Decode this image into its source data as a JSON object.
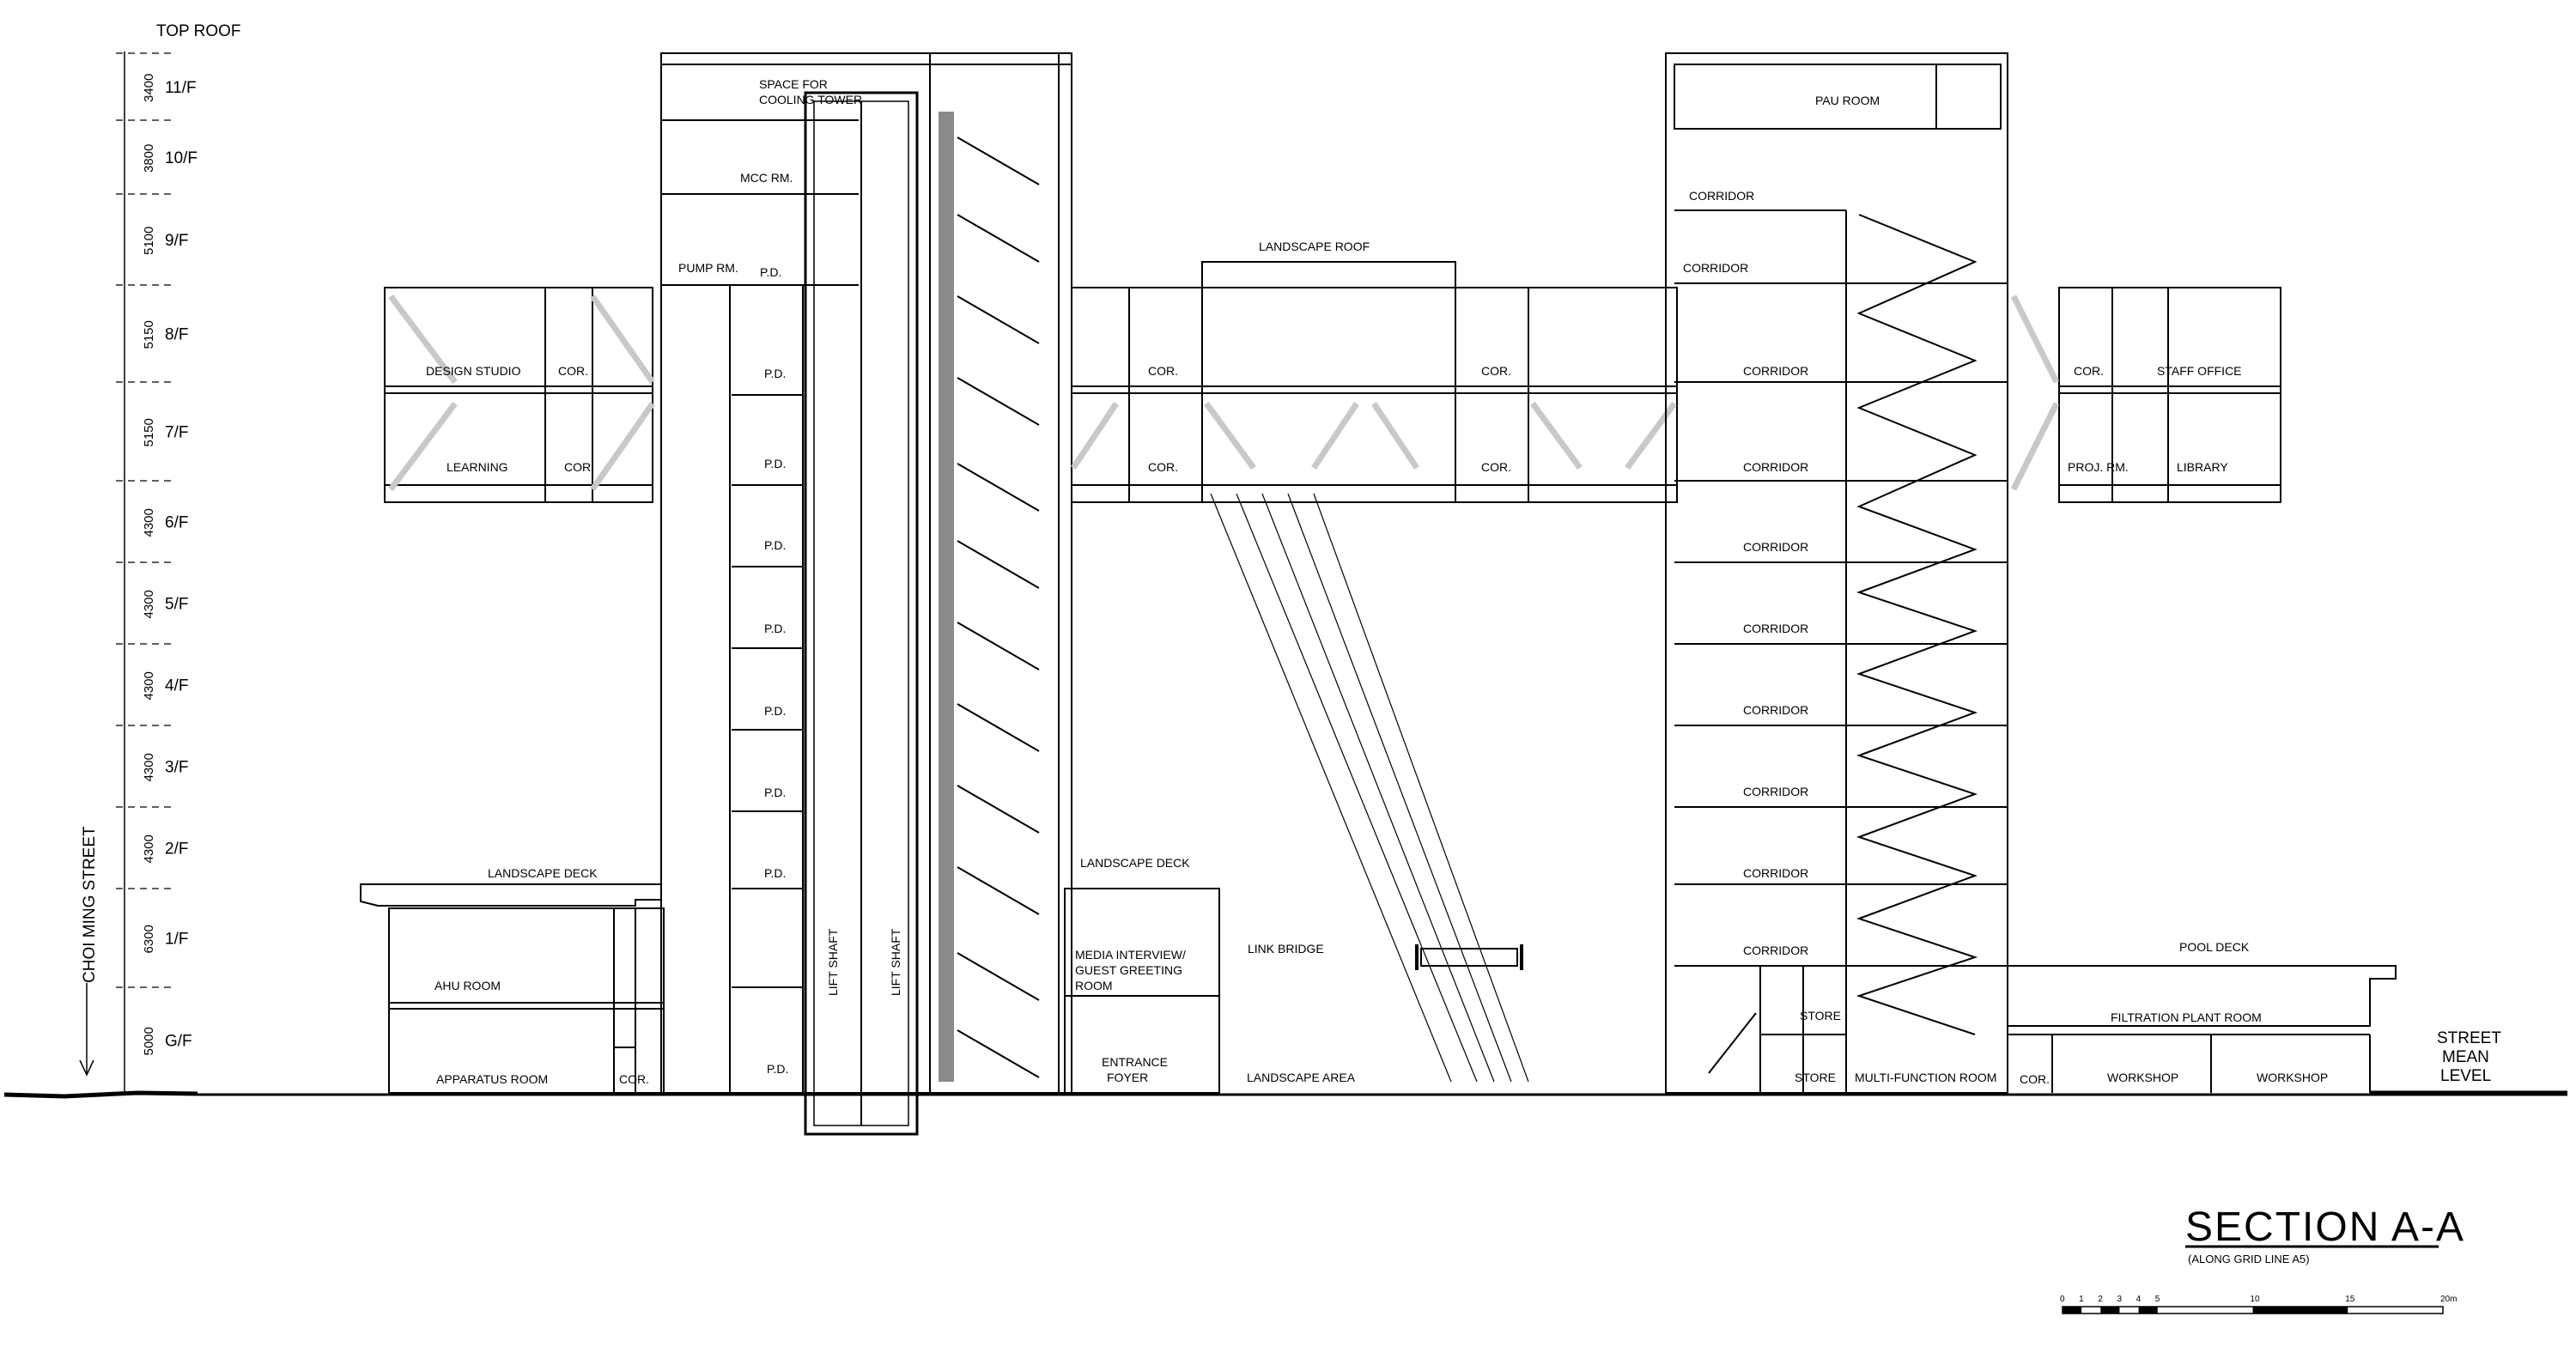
{
  "levels": {
    "top_roof": "TOP ROOF",
    "floors": [
      {
        "label": "11/F",
        "height": "3400"
      },
      {
        "label": "10/F",
        "height": "3800"
      },
      {
        "label": "9/F",
        "height": "5100"
      },
      {
        "label": "8/F",
        "height": "5150"
      },
      {
        "label": "7/F",
        "height": "5150"
      },
      {
        "label": "6/F",
        "height": "4300"
      },
      {
        "label": "5/F",
        "height": "4300"
      },
      {
        "label": "4/F",
        "height": "4300"
      },
      {
        "label": "3/F",
        "height": "4300"
      },
      {
        "label": "2/F",
        "height": "4300"
      },
      {
        "label": "1/F",
        "height": "6300"
      },
      {
        "label": "G/F",
        "height": "5000"
      }
    ]
  },
  "street_left": "CHOI MING STREET",
  "street_right": [
    "STREET",
    "MEAN",
    "LEVEL"
  ],
  "rooms": {
    "cooling_tower": [
      "SPACE FOR",
      "COOLING TOWER"
    ],
    "mcc": "MCC RM.",
    "pump": "PUMP RM.",
    "pd": "P.D.",
    "design_studio": "DESIGN STUDIO",
    "learning": "LEARNING",
    "cor": "COR.",
    "landscape_deck": "LANDSCAPE DECK",
    "ahu": "AHU ROOM",
    "apparatus": "APPARATUS ROOM",
    "lift_shaft": "LIFT SHAFT",
    "landscape_roof": "LANDSCAPE ROOF",
    "media": [
      "MEDIA INTERVIEW/",
      "GUEST GREETING",
      "ROOM"
    ],
    "entrance": [
      "ENTRANCE",
      "FOYER"
    ],
    "link_bridge": "LINK BRIDGE",
    "landscape_area": "LANDSCAPE AREA",
    "pau": "PAU ROOM",
    "corridor": "CORRIDOR",
    "store": "STORE",
    "multi_function": "MULTI-FUNCTION ROOM",
    "staff_office": "STAFF OFFICE",
    "proj": "PROJ. RM.",
    "library": "LIBRARY",
    "pool_deck": "POOL DECK",
    "filtration": "FILTRATION PLANT ROOM",
    "workshop": "WORKSHOP"
  },
  "title": {
    "main": "SECTION A-A",
    "sub": "(ALONG GRID LINE A5)"
  },
  "scale_bar": {
    "ticks": [
      "0",
      "1",
      "2",
      "3",
      "4",
      "5",
      "10",
      "15",
      "20m"
    ]
  },
  "colors": {
    "ink": "#000000",
    "brace": "#c8c8c8",
    "shade": "#8a8a8a"
  }
}
